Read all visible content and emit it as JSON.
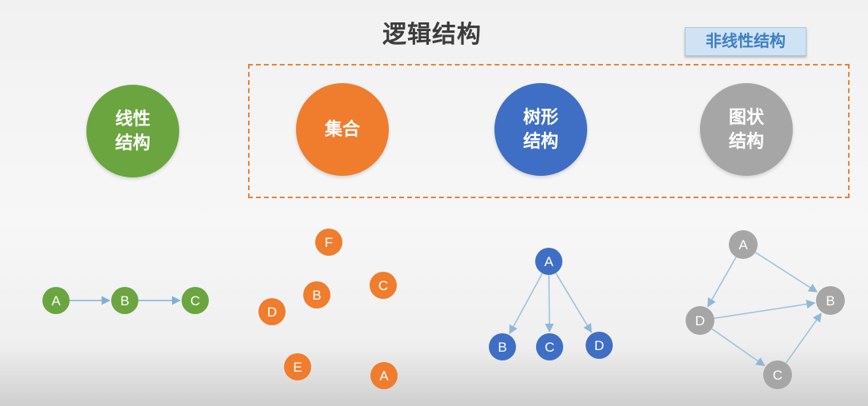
{
  "title": "逻辑结构",
  "badge": "非线性结构",
  "colors": {
    "green": "#6aa53f",
    "orange": "#ef7d2d",
    "blue": "#3f6fc4",
    "gray": "#a6a6a6",
    "dashed_border": "#e8823a",
    "edge_tree": "#9fc3dc",
    "edge_graph": "#9fc3dc"
  },
  "categories": [
    {
      "key": "linear",
      "label": "线性结构",
      "color": "green"
    },
    {
      "key": "set",
      "label": "集合",
      "color": "orange"
    },
    {
      "key": "tree",
      "label": "树形结构",
      "color": "blue"
    },
    {
      "key": "graph",
      "label": "图状结构",
      "color": "gray"
    }
  ],
  "diagrams": {
    "linear": {
      "nodes": [
        "A",
        "B",
        "C"
      ],
      "edges": [
        [
          "A",
          "B"
        ],
        [
          "B",
          "C"
        ]
      ]
    },
    "set": {
      "nodes": [
        "F",
        "B",
        "C",
        "D",
        "E",
        "A"
      ],
      "edges": []
    },
    "tree": {
      "nodes": [
        "A",
        "B",
        "C",
        "D"
      ],
      "edges": [
        [
          "A",
          "B"
        ],
        [
          "A",
          "C"
        ],
        [
          "A",
          "D"
        ]
      ]
    },
    "graph": {
      "nodes": [
        "A",
        "B",
        "D",
        "C"
      ],
      "edges": [
        [
          "A",
          "B"
        ],
        [
          "A",
          "D"
        ],
        [
          "D",
          "B"
        ],
        [
          "D",
          "C"
        ],
        [
          "C",
          "B"
        ]
      ]
    }
  }
}
